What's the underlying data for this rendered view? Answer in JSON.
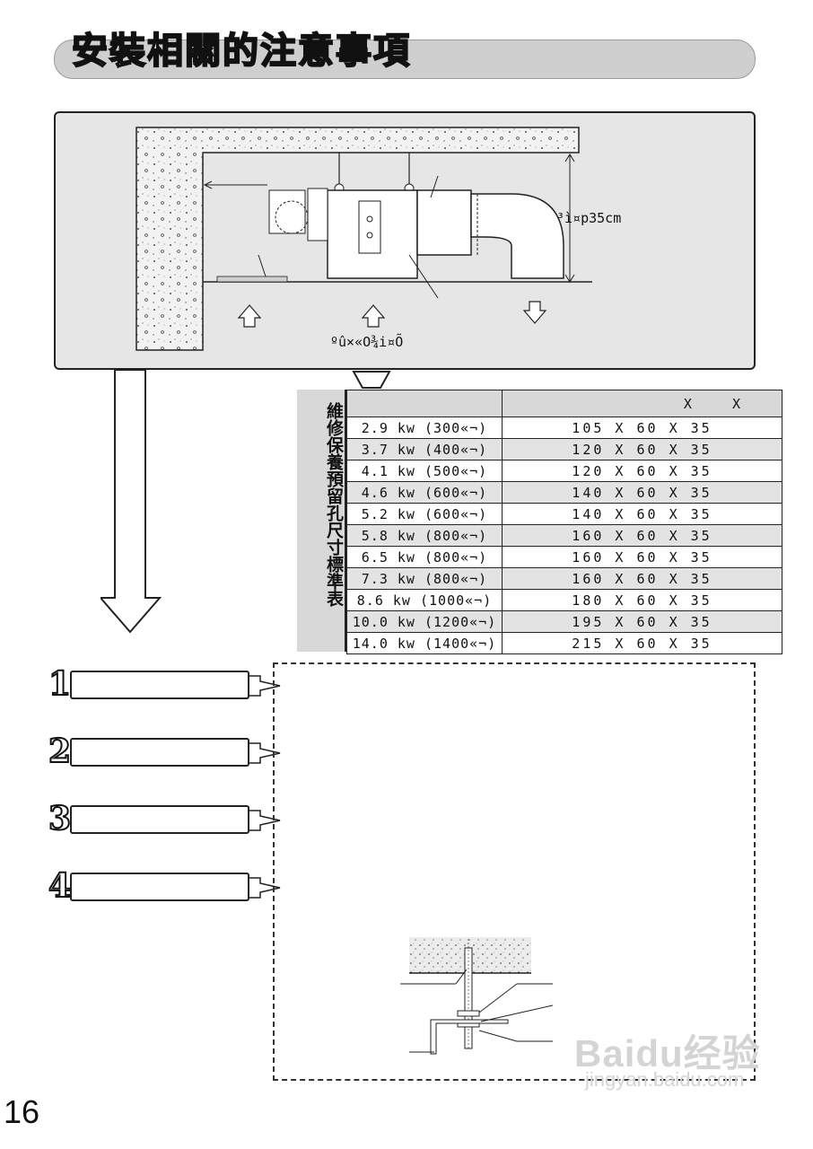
{
  "header": {
    "title": "安裝相關的注意事項"
  },
  "diagram": {
    "height_label": "³ì¤p35cm",
    "caption": "ºû­×«O¾i¤Õ"
  },
  "spec_table": {
    "side_caption": "維修保養預留孔尺寸標準表",
    "header": {
      "capacity": "",
      "dimension": "X X"
    },
    "rows": [
      {
        "capacity": "2.9 kw  (300«¬)",
        "dimension": "105 X 60 X 35"
      },
      {
        "capacity": "3.7 kw  (400«¬)",
        "dimension": "120 X 60 X 35"
      },
      {
        "capacity": "4.1 kw  (500«¬)",
        "dimension": "120 X 60 X 35"
      },
      {
        "capacity": "4.6 kw  (600«¬)",
        "dimension": "140 X 60 X 35"
      },
      {
        "capacity": "5.2 kw  (600«¬)",
        "dimension": "140 X 60 X 35"
      },
      {
        "capacity": "5.8 kw  (800«¬)",
        "dimension": "160 X 60 X 35"
      },
      {
        "capacity": "6.5 kw  (800«¬)",
        "dimension": "160 X 60 X 35"
      },
      {
        "capacity": "7.3 kw  (800«¬)",
        "dimension": "160 X 60 X 35"
      },
      {
        "capacity": "8.6 kw (1000«¬)",
        "dimension": "180 X 60 X 35"
      },
      {
        "capacity": "10.0 kw (1200«¬)",
        "dimension": "195 X 60 X 35"
      },
      {
        "capacity": "14.0 kw (1400«¬)",
        "dimension": "215 X 60 X 35"
      }
    ]
  },
  "steps": [
    {
      "number": "1"
    },
    {
      "number": "2"
    },
    {
      "number": "3"
    },
    {
      "number": "4"
    }
  ],
  "page_number": "16",
  "watermark": {
    "logo": "Baidu经验",
    "url": "jingyan.baidu.com"
  }
}
